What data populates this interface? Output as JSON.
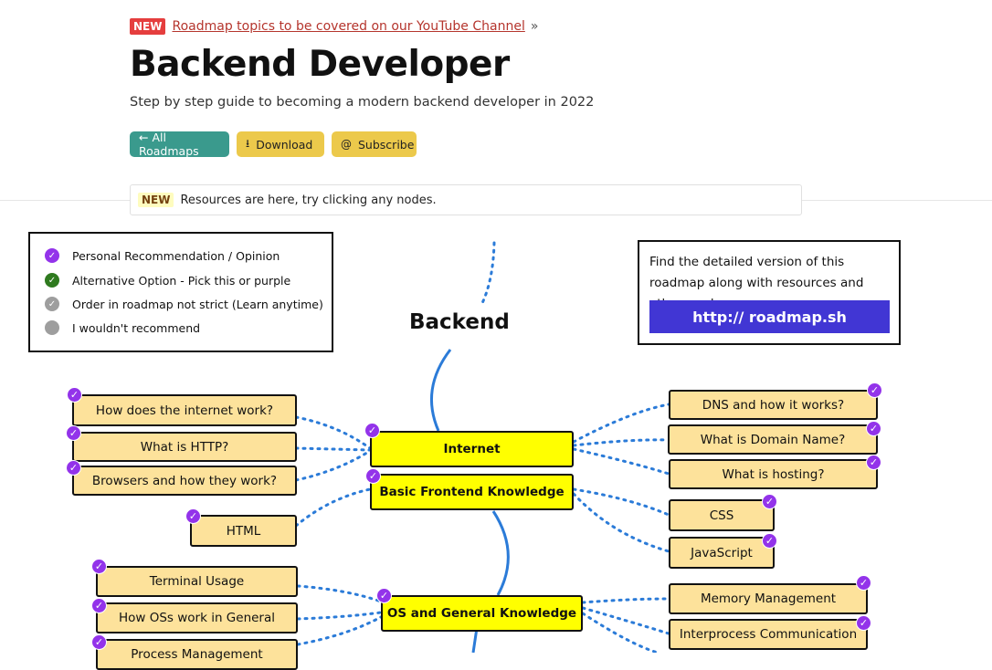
{
  "banner": {
    "badge": "NEW",
    "link_text": "Roadmap topics to be covered on our YouTube Channel",
    "arrow": "»"
  },
  "header": {
    "title": "Backend Developer",
    "subtitle": "Step by step guide to becoming a modern backend developer in 2022",
    "buttons": {
      "all_roadmaps": "← All Roadmaps",
      "download": "Download",
      "subscribe": "Subscribe"
    },
    "icons": {
      "download": "download-icon",
      "subscribe": "at-sign-icon"
    }
  },
  "notice": {
    "badge": "NEW",
    "text": "Resources are here, try clicking any nodes."
  },
  "legend": {
    "items": [
      {
        "label": "Personal Recommendation / Opinion",
        "color": "#9333ea"
      },
      {
        "label": "Alternative Option - Pick this or purple",
        "color": "#2f7a1f"
      },
      {
        "label": "Order in roadmap not strict (Learn anytime)",
        "color": "#9e9e9e"
      },
      {
        "label": "I wouldn't recommend",
        "color": "#9e9e9e"
      }
    ]
  },
  "info": {
    "text": "Find the detailed version of this roadmap along with resources and other roadmaps",
    "link": "http:// roadmap.sh"
  },
  "roadmap": {
    "title": "Backend",
    "main_nodes": {
      "internet": "Internet",
      "frontend": "Basic Frontend Knowledge",
      "os": "OS and General Knowledge"
    },
    "left_nodes": {
      "how_internet": "How does the internet work?",
      "http": "What is HTTP?",
      "browsers": "Browsers and how they work?",
      "html": "HTML",
      "terminal": "Terminal Usage",
      "how_os": "How OSs work in General",
      "process": "Process Management"
    },
    "right_nodes": {
      "dns": "DNS and how it works?",
      "domain": "What is Domain Name?",
      "hosting": "What is hosting?",
      "css": "CSS",
      "js": "JavaScript",
      "memory": "Memory Management",
      "ipc": "Interprocess Communication"
    }
  },
  "colors": {
    "main_node": "#ffff00",
    "sub_node": "#fde29b",
    "check": "#9333ea",
    "connector": "#2b7bd8",
    "link_button": "#4136d4"
  }
}
